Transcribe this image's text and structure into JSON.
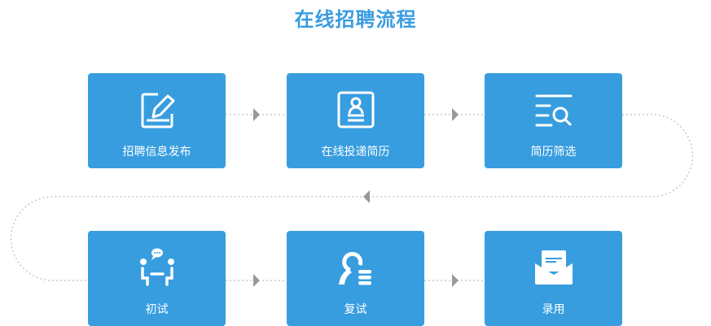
{
  "title": "在线招聘流程",
  "steps": [
    {
      "label": "招聘信息发布",
      "icon": "edit-icon"
    },
    {
      "label": "在线投递简历",
      "icon": "resume-icon"
    },
    {
      "label": "简历筛选",
      "icon": "search-list-icon"
    },
    {
      "label": "初试",
      "icon": "interview-icon"
    },
    {
      "label": "复试",
      "icon": "user-list-icon"
    },
    {
      "label": "录用",
      "icon": "envelope-icon"
    }
  ],
  "colors": {
    "accent": "#379ddf",
    "title": "#3a9ce0",
    "connector": "#c8c8c8",
    "arrow": "#999999"
  }
}
